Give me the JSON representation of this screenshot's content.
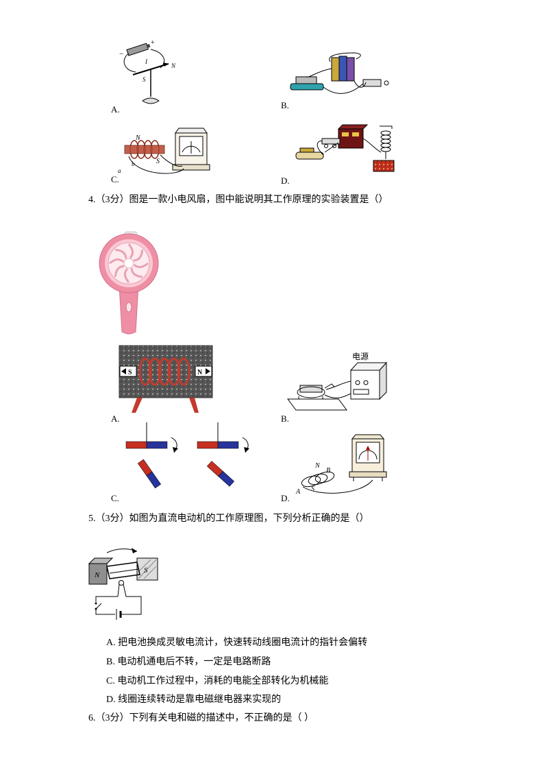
{
  "doc": {
    "background": "#ffffff"
  },
  "option_labels": {
    "a": "A.",
    "b": "B.",
    "c": "C.",
    "d": "D."
  },
  "q3": {
    "diagram_a": {
      "plus": "+",
      "minus": "−",
      "current": "I",
      "n": "N",
      "s": "S"
    },
    "diagram_c": {
      "n": "N",
      "s": "S",
      "a": "a",
      "b": "b"
    }
  },
  "q4": {
    "text": "4.（3分）图是一款小电风扇，图中能说明其工作原理的实验装置是（）",
    "diagram_a": {
      "s": "S",
      "n": "N"
    },
    "diagram_b": {
      "power_label": "电源"
    },
    "diagram_d": {
      "n": "N",
      "b": "B",
      "a": "A",
      "s": "S"
    }
  },
  "q5": {
    "text": "5.（3分）如图为直流电动机的工作原理图，下列分析正确的是（）",
    "diagram": {
      "n": "N",
      "s": "S"
    },
    "choices": [
      "A. 把电池换成灵敏电流计，快速转动线圈电流计的指针会偏转",
      "B. 电动机通电后不转，一定是电路断路",
      "C. 电动机工作过程中，消耗的电能全部转化为机械能",
      "D. 线圈连续转动是靠电磁继电器来实现的"
    ]
  },
  "q6": {
    "text": "6.（3分）下列有关电和磁的描述中，不正确的是（ ）"
  }
}
